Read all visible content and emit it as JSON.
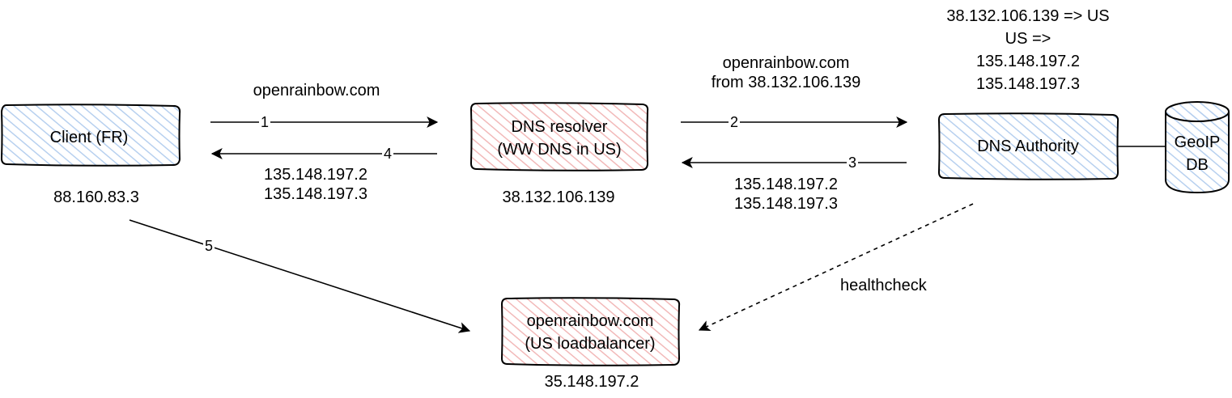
{
  "nodes": {
    "client": {
      "label": "Client (FR)",
      "ip": "88.160.83.3",
      "fill": "#c9dcf3"
    },
    "resolver": {
      "label_lines": [
        "DNS resolver",
        "(WW DNS in US)"
      ],
      "ip": "38.132.106.139",
      "fill": "#f4c7c7"
    },
    "authority": {
      "label": "DNS Authority",
      "fill": "#c9dcf3"
    },
    "geoip": {
      "label_lines": [
        "GeoIP",
        "DB"
      ],
      "fill": "#c9dcf3"
    },
    "loadbalancer": {
      "label_lines": [
        "openrainbow.com",
        "(US loadbalancer)"
      ],
      "ip": "35.148.197.2",
      "fill": "#f4c7c7"
    }
  },
  "edges": {
    "e1": {
      "num": "1",
      "label": "openrainbow.com"
    },
    "e2": {
      "num": "2",
      "label_lines": [
        "openrainbow.com",
        "from 38.132.106.139"
      ]
    },
    "e3": {
      "num": "3",
      "label_lines": [
        "135.148.197.2",
        "135.148.197.3"
      ]
    },
    "e4": {
      "num": "4",
      "label_lines": [
        "135.148.197.2",
        "135.148.197.3"
      ]
    },
    "e5": {
      "num": "5"
    },
    "healthcheck": {
      "label": "healthcheck"
    }
  },
  "geo_rules": {
    "lines": [
      "38.132.106.139 => US",
      "US =>",
      "135.148.197.2",
      "135.148.197.3"
    ]
  }
}
